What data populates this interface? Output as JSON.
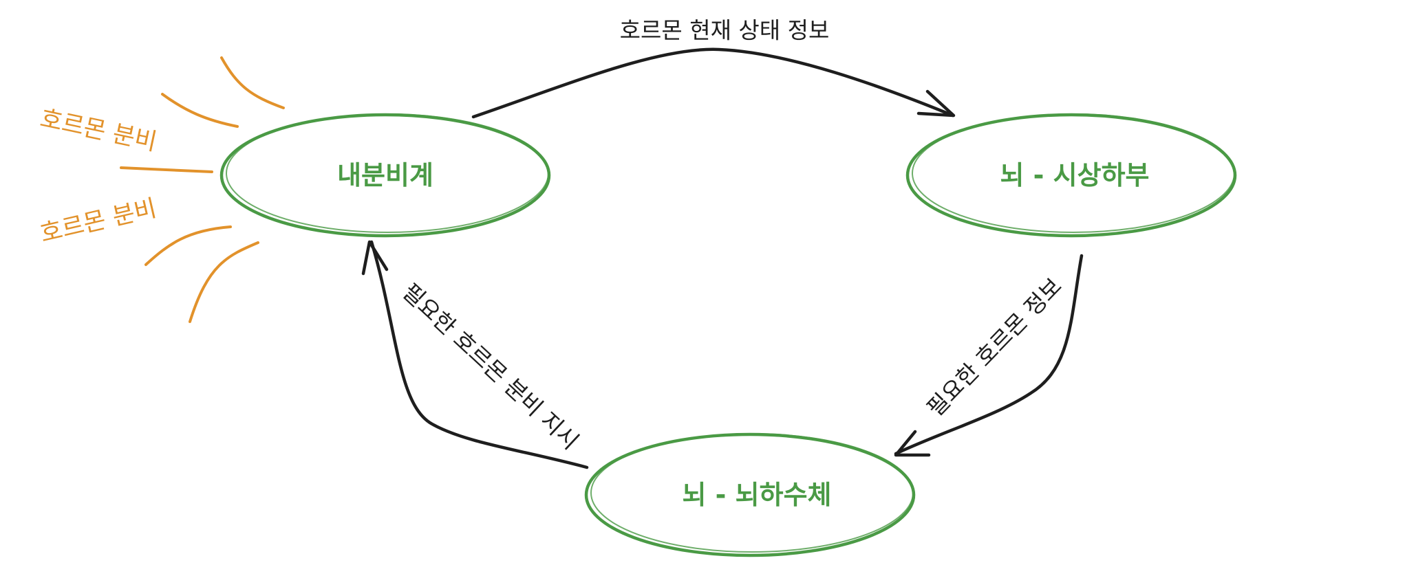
{
  "nodes": {
    "endocrine": {
      "label": "내분비계"
    },
    "hypothalamus": {
      "label": "뇌 - 시상하부"
    },
    "pituitary": {
      "label": "뇌 - 뇌하수체"
    }
  },
  "edges": {
    "endocrine_to_hypothalamus": {
      "label": "호르몬 현재 상태 정보"
    },
    "hypothalamus_to_pituitary": {
      "label": "필요한 호르몬 정보"
    },
    "pituitary_to_endocrine": {
      "label": "필요한 호르몬 분비 지시"
    }
  },
  "side_labels": {
    "secretion_upper": "호르몬 분비",
    "secretion_lower": "호르몬 분비"
  },
  "colors": {
    "node": "#4a9a45",
    "edge": "#1e1e1e",
    "secretion": "#e2922b"
  }
}
